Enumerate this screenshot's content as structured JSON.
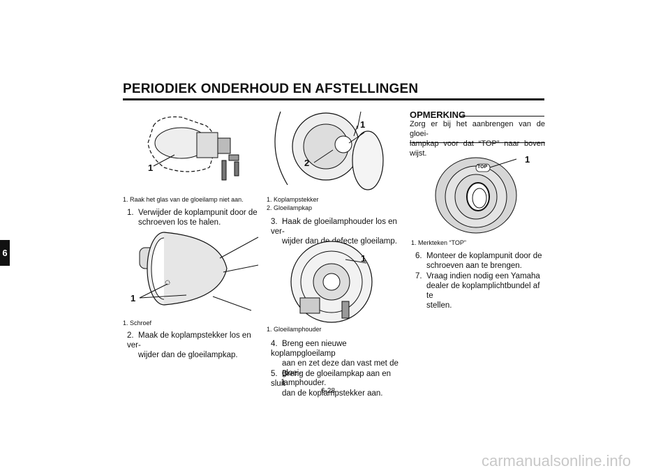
{
  "header": {
    "title": "PERIODIEK ONDERHOUD EN AFSTELLINGEN",
    "chapter_tab": "6"
  },
  "figures": {
    "fig1": {
      "callout": "1",
      "caption": "1. Raak het glas van de gloeilamp niet aan."
    },
    "fig2": {
      "callout": "1",
      "caption": "1. Schroef"
    },
    "fig3": {
      "callout1": "1",
      "callout2": "2",
      "caption1": "1. Koplampstekker",
      "caption2": "2. Gloeilampkap"
    },
    "fig4": {
      "callout": "1",
      "caption": "1. Gloeilamphouder"
    },
    "fig5": {
      "callout": "1",
      "top_label": "TOP",
      "caption": "1. Merkteken “TOP”"
    }
  },
  "steps": {
    "s1": {
      "num": "1.",
      "l1": "Verwijder de koplampunit door de",
      "l2": "schroeven los te halen."
    },
    "s2": {
      "num": "2.",
      "l1": "Maak de koplampstekker los en ver-",
      "l2": "wijder dan de gloeilampkap."
    },
    "s3": {
      "num": "3.",
      "l1": "Haak de gloeilamphouder los en ver-",
      "l2": "wijder dan de defecte gloeilamp."
    },
    "s4": {
      "num": "4.",
      "l1": "Breng een nieuwe koplampgloeilamp",
      "l2": "aan en zet deze dan vast met de gloei-",
      "l3": "lamphouder."
    },
    "s5": {
      "num": "5.",
      "l1": "Breng de gloeilampkap aan en sluit",
      "l2": "dan de koplampstekker aan."
    },
    "s6": {
      "num": "6.",
      "l1": "Monteer de koplampunit door de",
      "l2": "schroeven aan te brengen."
    },
    "s7": {
      "num": "7.",
      "l1": "Vraag indien nodig een Yamaha",
      "l2": "dealer de koplamplichtbundel af te",
      "l3": "stellen."
    }
  },
  "note": {
    "heading": "OPMERKING",
    "l1": "Zorg er bij het aanbrengen van de gloei-",
    "l2": "lampkap voor dat “TOP” naar boven wijst."
  },
  "footer": {
    "page_number": "6-28",
    "watermark": "carmanualsonline.info"
  }
}
